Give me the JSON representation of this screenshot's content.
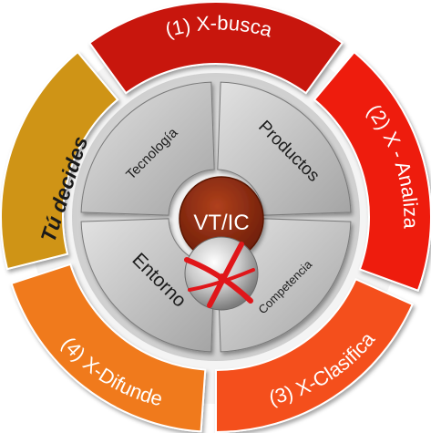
{
  "diagram": {
    "outer_segments": [
      {
        "id": "xbusca",
        "label": "(1) X-busca",
        "color": "#c8140c"
      },
      {
        "id": "xanaliza",
        "label": "(2) X - Analiza",
        "color": "#ee1a10"
      },
      {
        "id": "xclasifica",
        "label": "(3) X-Clasifica",
        "color": "#f4501a"
      },
      {
        "id": "xdifunde",
        "label": "(4) X-Difunde",
        "color": "#f07a1e"
      },
      {
        "id": "tudecides",
        "label": "Tú decides",
        "color": "#cf9412"
      }
    ],
    "inner_quadrants": [
      {
        "id": "tecnologia",
        "label": "Tecnología"
      },
      {
        "id": "productos",
        "label": "Productos"
      },
      {
        "id": "competencia",
        "label": "Competencia"
      },
      {
        "id": "entorno",
        "label": "Entorno"
      }
    ],
    "center": {
      "label": "VT/IC",
      "color": "#8a2a12"
    }
  }
}
